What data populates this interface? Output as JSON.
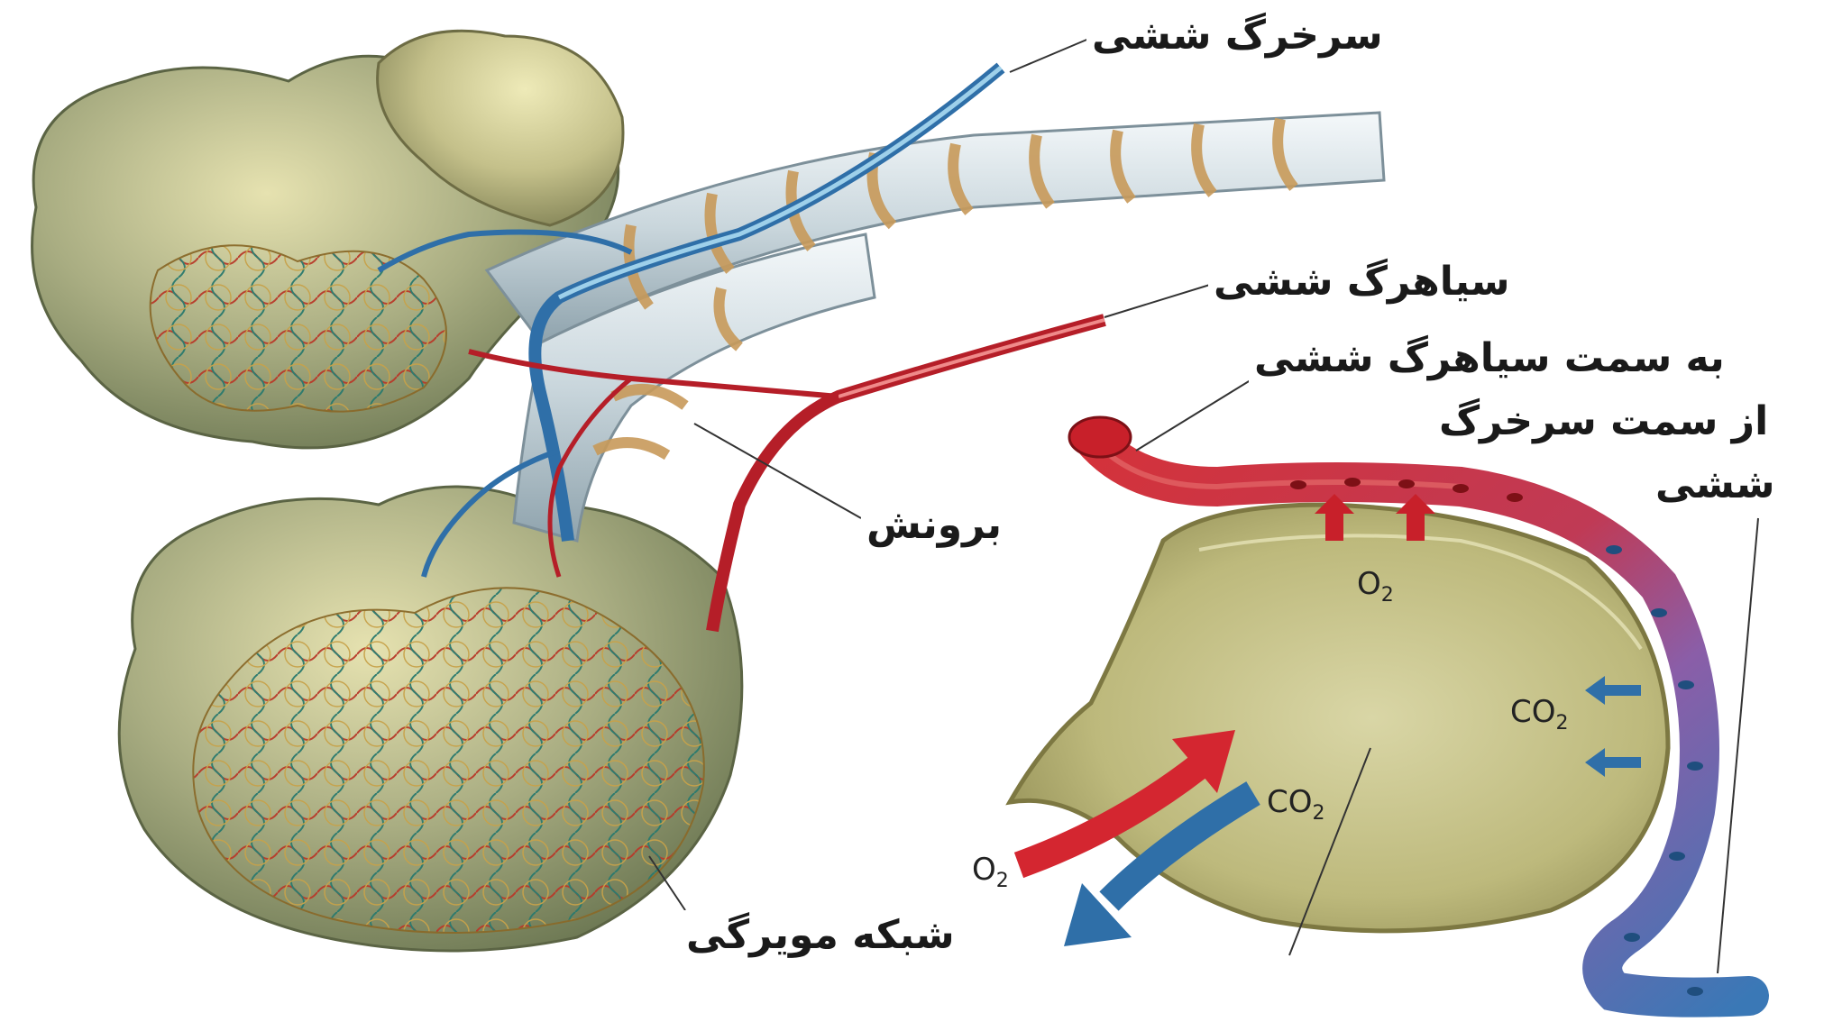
{
  "labels": {
    "pulmonary_artery": "سرخرگ ششی",
    "pulmonary_vein": "سیاهرگ ششی",
    "bronchus": "برونش",
    "capillary_network": "شبکه مویرگی",
    "toward_pulmonary_vein": "به سمت سیاهرگ ششی",
    "from_pulmonary_artery_line1": "از سمت سرخرگ",
    "from_pulmonary_artery_line2": "ششی"
  },
  "gas_labels": {
    "o2_top": "O",
    "o2_top_sub": "2",
    "co2_right": "CO",
    "co2_right_sub": "2",
    "co2_mouth": "CO",
    "co2_mouth_sub": "2",
    "o2_mouth": "O",
    "o2_mouth_sub": "2"
  },
  "colors": {
    "oxygenated_blood": "#c8202a",
    "deoxygenated_blood": "#2f6fa8",
    "alveolus": "#cfc98a",
    "lung_lobe": "#9aa27a",
    "bronchus_ring": "#c89a5a"
  }
}
